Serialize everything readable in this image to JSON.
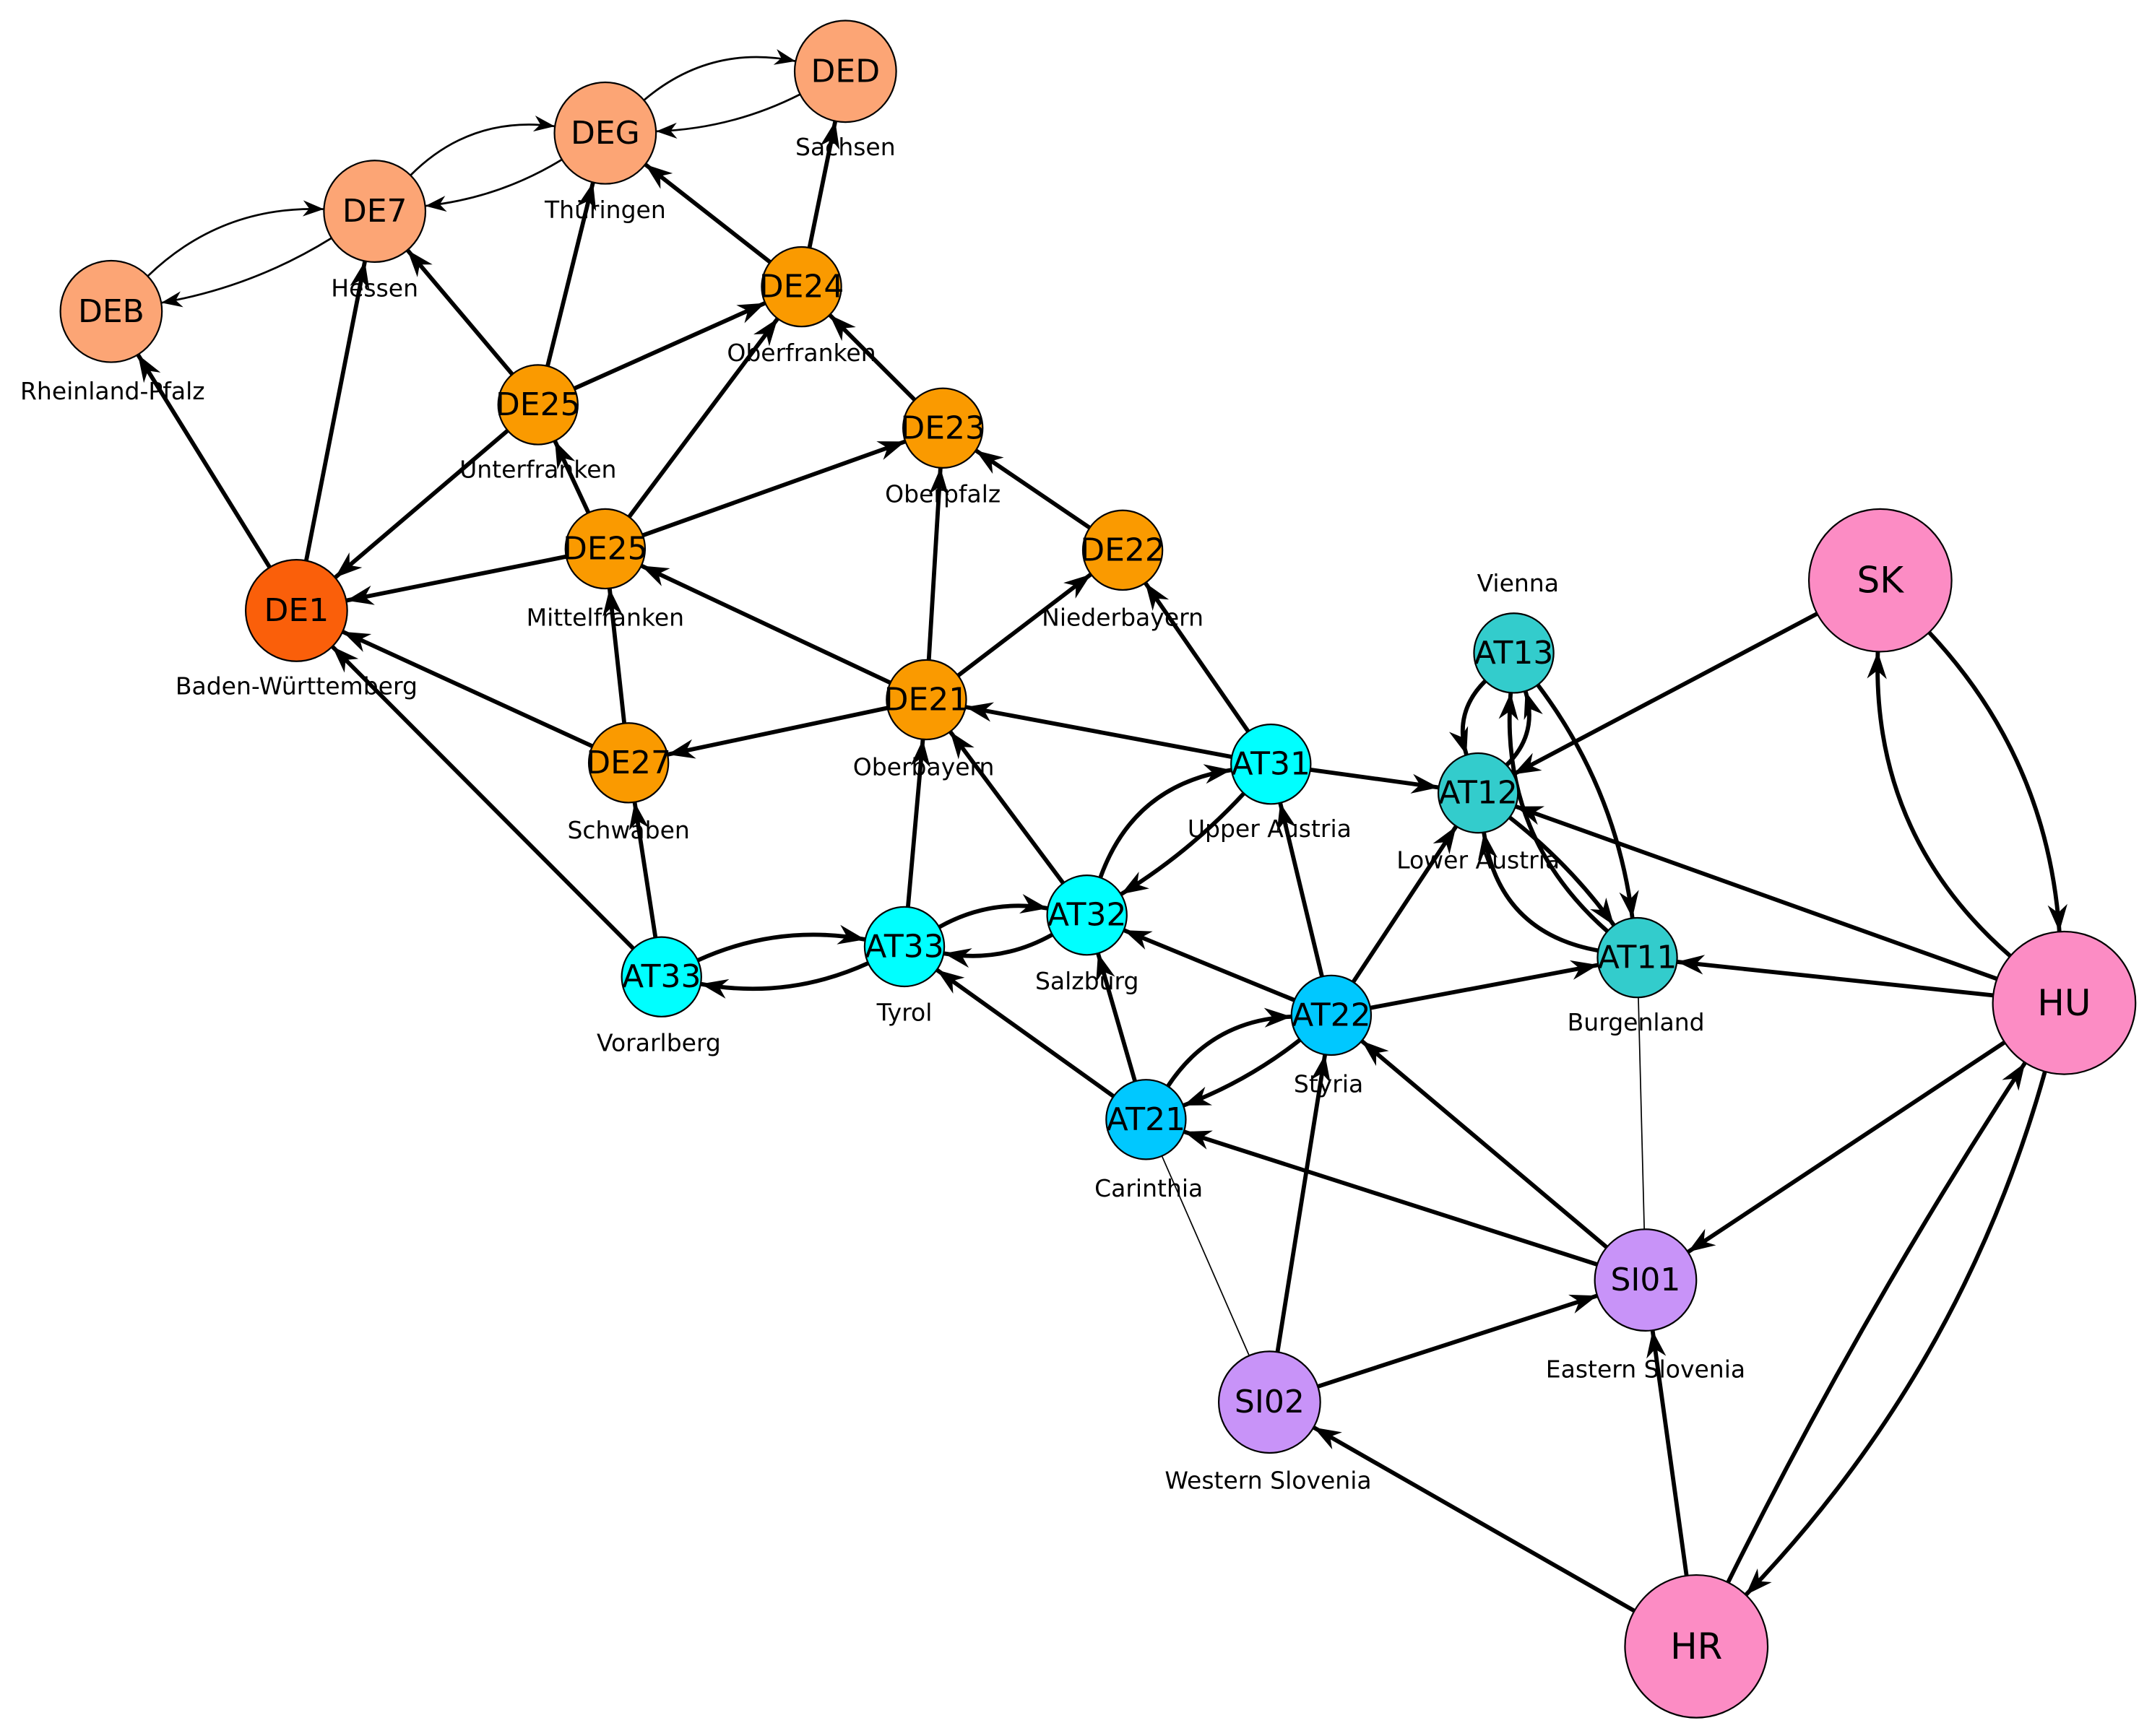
{
  "colors": {
    "de_light": "#FCA575",
    "de_orange": "#FA9A00",
    "de_red": "#FA5F0A",
    "at_cyan": "#00FFFF",
    "at_blue": "#00C8FF",
    "at_teal": "#33CCCC",
    "slovenia": "#C893F8",
    "pink": "#FC8CC4"
  },
  "nodes": [
    {
      "id": "DED",
      "code": "DED",
      "label": "Sachsen",
      "color": "de_light",
      "size": "m"
    },
    {
      "id": "DEG",
      "code": "DEG",
      "label": "Thüringen",
      "color": "de_light",
      "size": "m"
    },
    {
      "id": "DE7",
      "code": "DE7",
      "label": "Hessen",
      "color": "de_light",
      "size": "m"
    },
    {
      "id": "DEB",
      "code": "DEB",
      "label": "Rheinland-Pfalz",
      "color": "de_light",
      "size": "m"
    },
    {
      "id": "DE24",
      "code": "DE24",
      "label": "Oberfranken",
      "color": "de_orange",
      "size": "s"
    },
    {
      "id": "DE25a",
      "code": "DE25",
      "label": "Unterfranken",
      "color": "de_orange",
      "size": "s"
    },
    {
      "id": "DE23",
      "code": "DE23",
      "label": "Oberpfalz",
      "color": "de_orange",
      "size": "s"
    },
    {
      "id": "DE25b",
      "code": "DE25",
      "label": "Mittelfranken",
      "color": "de_orange",
      "size": "s"
    },
    {
      "id": "DE22",
      "code": "DE22",
      "label": "Niederbayern",
      "color": "de_orange",
      "size": "s"
    },
    {
      "id": "DE1",
      "code": "DE1",
      "label": "Baden-Württemberg",
      "color": "de_red",
      "size": "m"
    },
    {
      "id": "DE21",
      "code": "DE21",
      "label": "Oberbayern",
      "color": "de_orange",
      "size": "s"
    },
    {
      "id": "DE27",
      "code": "DE27",
      "label": "Schwaben",
      "color": "de_orange",
      "size": "s"
    },
    {
      "id": "AT31",
      "code": "AT31",
      "label": "Upper Austria",
      "color": "at_cyan",
      "size": "s"
    },
    {
      "id": "AT32",
      "code": "AT32",
      "label": "Salzburg",
      "color": "at_cyan",
      "size": "s"
    },
    {
      "id": "AT33a",
      "code": "AT33",
      "label": "Vorarlberg",
      "color": "at_cyan",
      "size": "s"
    },
    {
      "id": "AT33b",
      "code": "AT33",
      "label": "Tyrol",
      "color": "at_cyan",
      "size": "s"
    },
    {
      "id": "AT22",
      "code": "AT22",
      "label": "Styria",
      "color": "at_blue",
      "size": "s"
    },
    {
      "id": "AT21",
      "code": "AT21",
      "label": "Carinthia",
      "color": "at_blue",
      "size": "s"
    },
    {
      "id": "AT13",
      "code": "AT13",
      "label": "Vienna",
      "color": "at_teal",
      "size": "s"
    },
    {
      "id": "AT12",
      "code": "AT12",
      "label": "Lower Austria",
      "color": "at_teal",
      "size": "s"
    },
    {
      "id": "AT11",
      "code": "AT11",
      "label": "Burgenland",
      "color": "at_teal",
      "size": "s"
    },
    {
      "id": "SI01",
      "code": "SI01",
      "label": "Eastern Slovenia",
      "color": "slovenia",
      "size": "m"
    },
    {
      "id": "SI02",
      "code": "SI02",
      "label": "Western Slovenia",
      "color": "slovenia",
      "size": "m"
    },
    {
      "id": "SK",
      "code": "SK",
      "label": "",
      "color": "pink",
      "size": "l"
    },
    {
      "id": "HU",
      "code": "HU",
      "label": "",
      "color": "pink",
      "size": "l"
    },
    {
      "id": "HR",
      "code": "HR",
      "label": "",
      "color": "pink",
      "size": "l"
    }
  ],
  "edges": [
    {
      "from": "DEG",
      "to": "DED",
      "w": "thin"
    },
    {
      "from": "DED",
      "to": "DEG",
      "w": "thin"
    },
    {
      "from": "DE7",
      "to": "DEG",
      "w": "thin"
    },
    {
      "from": "DEG",
      "to": "DE7",
      "w": "thin"
    },
    {
      "from": "DEB",
      "to": "DE7",
      "w": "thin"
    },
    {
      "from": "DE7",
      "to": "DEB",
      "w": "thin"
    },
    {
      "from": "DE24",
      "to": "DED",
      "w": "thick"
    },
    {
      "from": "DE24",
      "to": "DEG",
      "w": "thick"
    },
    {
      "from": "DE25a",
      "to": "DEG",
      "w": "thick"
    },
    {
      "from": "DE25a",
      "to": "DE7",
      "w": "thick"
    },
    {
      "from": "DE25a",
      "to": "DE24",
      "w": "thick"
    },
    {
      "from": "DE25a",
      "to": "DE1",
      "w": "thick"
    },
    {
      "from": "DE23",
      "to": "DE24",
      "w": "thick"
    },
    {
      "from": "DE25b",
      "to": "DE24",
      "w": "thick"
    },
    {
      "from": "DE25b",
      "to": "DE25a",
      "w": "thick"
    },
    {
      "from": "DE25b",
      "to": "DE23",
      "w": "thick"
    },
    {
      "from": "DE25b",
      "to": "DE1",
      "w": "thick"
    },
    {
      "from": "DE22",
      "to": "DE23",
      "w": "thick"
    },
    {
      "from": "DE1",
      "to": "DEB",
      "w": "thick"
    },
    {
      "from": "DE1",
      "to": "DE7",
      "w": "thick"
    },
    {
      "from": "DE21",
      "to": "DE23",
      "w": "thick"
    },
    {
      "from": "DE21",
      "to": "DE22",
      "w": "thick"
    },
    {
      "from": "DE21",
      "to": "DE25b",
      "w": "thick"
    },
    {
      "from": "DE21",
      "to": "DE27",
      "w": "thick"
    },
    {
      "from": "DE27",
      "to": "DE25b",
      "w": "thick"
    },
    {
      "from": "DE27",
      "to": "DE1",
      "w": "thick"
    },
    {
      "from": "AT33a",
      "to": "DE1",
      "w": "thick"
    },
    {
      "from": "AT33a",
      "to": "DE27",
      "w": "thick"
    },
    {
      "from": "AT31",
      "to": "DE21",
      "w": "thick"
    },
    {
      "from": "AT31",
      "to": "DE22",
      "w": "thick"
    },
    {
      "from": "AT31",
      "to": "AT12",
      "w": "thick"
    },
    {
      "from": "AT33b",
      "to": "DE21",
      "w": "thick"
    },
    {
      "from": "AT32",
      "to": "DE21",
      "w": "thick"
    },
    {
      "from": "AT33a",
      "to": "AT33b",
      "w": "thick"
    },
    {
      "from": "AT33b",
      "to": "AT33a",
      "w": "thick"
    },
    {
      "from": "AT33b",
      "to": "AT32",
      "w": "thick"
    },
    {
      "from": "AT32",
      "to": "AT33b",
      "w": "thick"
    },
    {
      "from": "AT32",
      "to": "AT31",
      "w": "thick"
    },
    {
      "from": "AT31",
      "to": "AT32",
      "w": "thick"
    },
    {
      "from": "AT21",
      "to": "AT33b",
      "w": "thick"
    },
    {
      "from": "AT21",
      "to": "AT32",
      "w": "thick"
    },
    {
      "from": "AT22",
      "to": "AT32",
      "w": "thick"
    },
    {
      "from": "AT22",
      "to": "AT31",
      "w": "thick"
    },
    {
      "from": "AT22",
      "to": "AT12",
      "w": "thick"
    },
    {
      "from": "AT22",
      "to": "AT11",
      "w": "thick"
    },
    {
      "from": "AT21",
      "to": "AT22",
      "w": "thick"
    },
    {
      "from": "AT22",
      "to": "AT21",
      "w": "thick"
    },
    {
      "from": "AT13",
      "to": "AT12",
      "w": "thick"
    },
    {
      "from": "AT12",
      "to": "AT13",
      "w": "thick"
    },
    {
      "from": "AT13",
      "to": "AT11",
      "w": "thick"
    },
    {
      "from": "AT11",
      "to": "AT13",
      "w": "thick"
    },
    {
      "from": "AT12",
      "to": "AT11",
      "w": "thick"
    },
    {
      "from": "AT11",
      "to": "AT12",
      "w": "thick"
    },
    {
      "from": "SK",
      "to": "AT12",
      "w": "thick"
    },
    {
      "from": "SK",
      "to": "HU",
      "w": "thick"
    },
    {
      "from": "HU",
      "to": "SK",
      "w": "thick"
    },
    {
      "from": "HU",
      "to": "AT12",
      "w": "thick"
    },
    {
      "from": "HU",
      "to": "AT11",
      "w": "thick"
    },
    {
      "from": "HU",
      "to": "SI01",
      "w": "thick"
    },
    {
      "from": "HU",
      "to": "HR",
      "w": "thick"
    },
    {
      "from": "HR",
      "to": "HU",
      "w": "thick"
    },
    {
      "from": "HR",
      "to": "SI01",
      "w": "thick"
    },
    {
      "from": "HR",
      "to": "SI02",
      "w": "thick"
    },
    {
      "from": "SI01",
      "to": "AT22",
      "w": "thick"
    },
    {
      "from": "SI01",
      "to": "AT21",
      "w": "thick"
    },
    {
      "from": "SI01",
      "to": "AT11",
      "w": "hair"
    },
    {
      "from": "SI02",
      "to": "AT21",
      "w": "hair"
    },
    {
      "from": "SI02",
      "to": "AT22",
      "w": "thick"
    },
    {
      "from": "SI02",
      "to": "SI01",
      "w": "thick"
    }
  ]
}
